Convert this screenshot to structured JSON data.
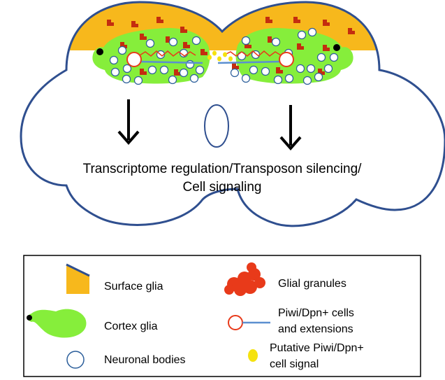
{
  "caption": {
    "line1": "Transcriptome regulation/Transposon silencing/",
    "line2": "Cell signaling"
  },
  "legend": {
    "surface_glia": "Surface glia",
    "glial_granules": "Glial granules",
    "cortex_glia": "Cortex glia",
    "piwi_cells_line1": "Piwi/Dpn+ cells",
    "piwi_cells_line2": "and extensions",
    "neuronal_bodies": "Neuronal bodies",
    "signal_line1": "Putative Piwi/Dpn+",
    "signal_line2": "cell signal"
  },
  "colors": {
    "outline": "#2f4f8f",
    "surface_glia": "#f7b81c",
    "cortex_glia": "#86ee3b",
    "glial_granule": "#c42d0f",
    "piwi_red": "#e83a1a",
    "piwi_blue": "#5b8fd0",
    "signal_yellow": "#f5e20f",
    "neuron_outline": "#2a5d9a"
  },
  "icons": [
    "down-arrow-icon",
    "nucleus-dot-icon",
    "granule-icon",
    "neuron-circle-icon",
    "piwi-cell-icon",
    "signal-dot-icon"
  ]
}
